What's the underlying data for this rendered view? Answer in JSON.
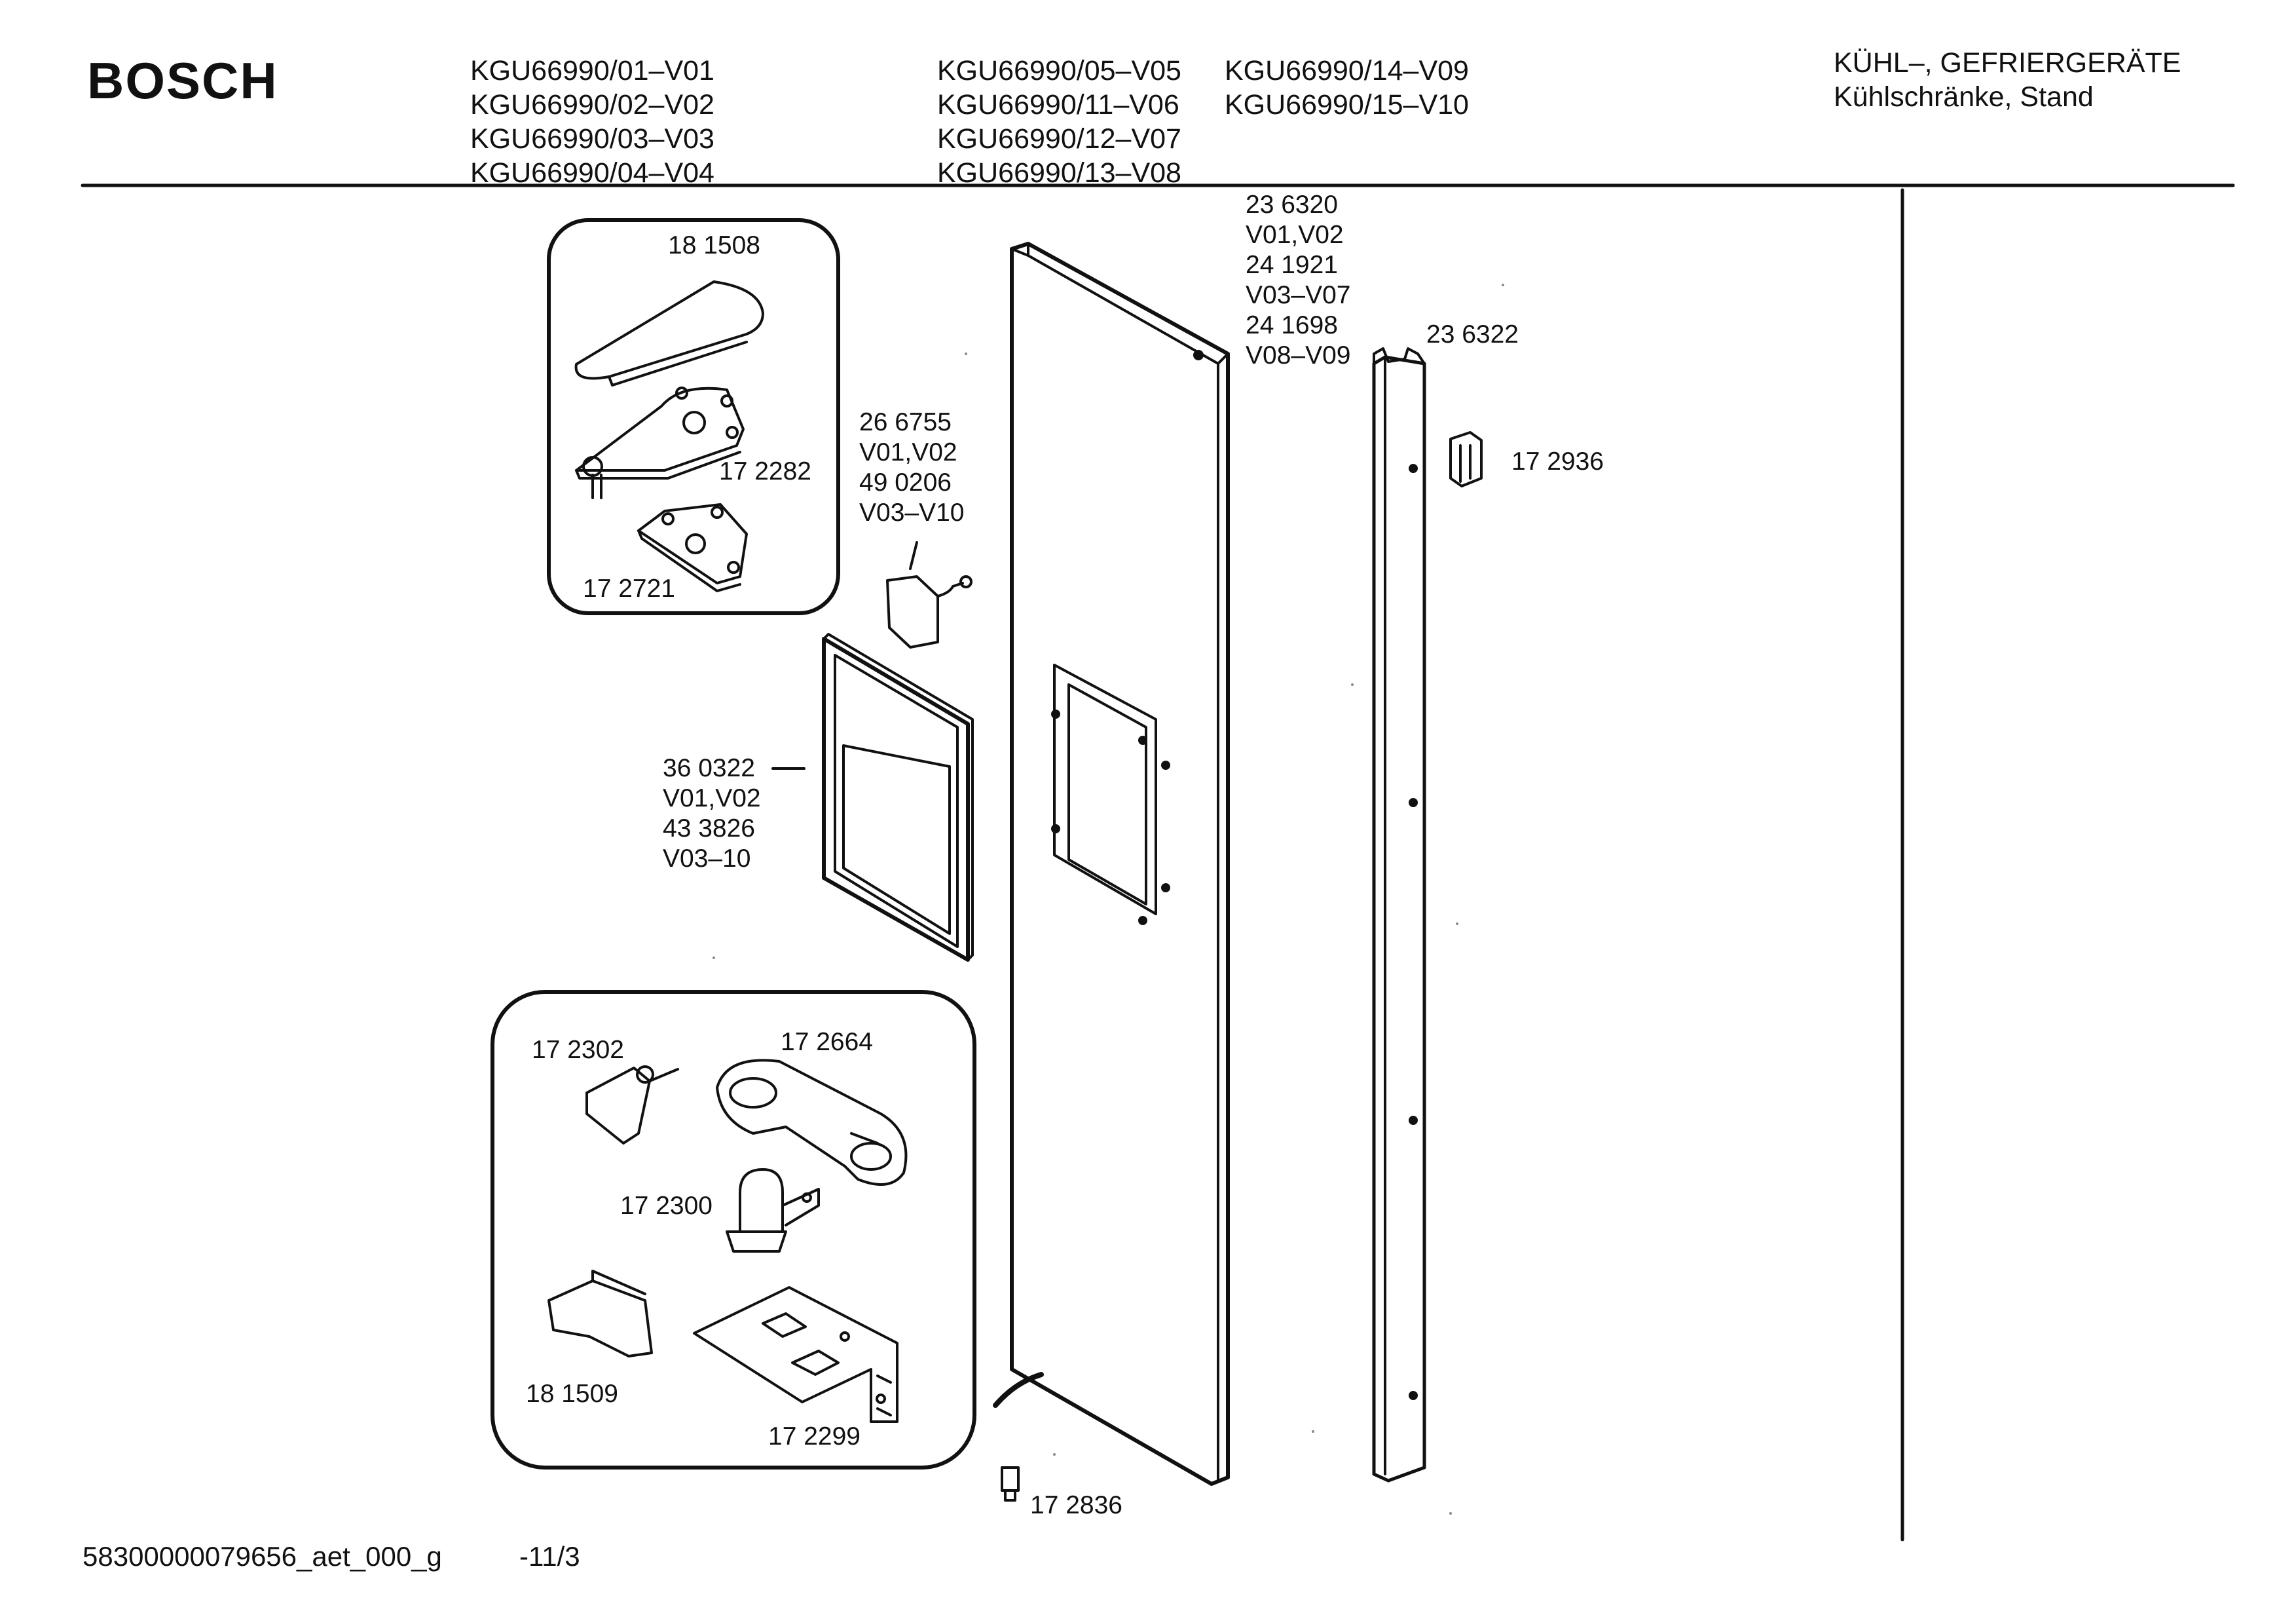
{
  "header": {
    "brand": "BOSCH",
    "models_col1": [
      "KGU66990/01–V01",
      "KGU66990/02–V02",
      "KGU66990/03–V03",
      "KGU66990/04–V04"
    ],
    "models_col2": [
      "KGU66990/05–V05",
      "KGU66990/11–V06",
      "KGU66990/12–V07",
      "KGU66990/13–V08"
    ],
    "models_col3": [
      "KGU66990/14–V09",
      "KGU66990/15–V10"
    ],
    "category": "KÜHL–, GEFRIERGERÄTE",
    "subcategory": "Kühlschränke, Stand"
  },
  "parts": {
    "p181508": "18 1508",
    "p172282": "17 2282",
    "p172721": "17 2721",
    "p266755": [
      "26 6755",
      "V01,V02",
      "49 0206",
      "V03–V10"
    ],
    "p360322": [
      "36 0322",
      "V01,V02",
      "43 3826",
      "V03–10"
    ],
    "p236320": [
      "23 6320",
      "V01,V02",
      "24 1921",
      "V03–V07",
      "24 1698",
      "V08–V09"
    ],
    "p236322": "23 6322",
    "p172936": "17 2936",
    "p172302": "17 2302",
    "p172664": "17 2664",
    "p172300": "17 2300",
    "p181509": "18 1509",
    "p172299": "17 2299",
    "p172836": "17 2836"
  },
  "footer": {
    "doc_id": "58300000079656_aet_000_g",
    "page": "-11/3"
  }
}
